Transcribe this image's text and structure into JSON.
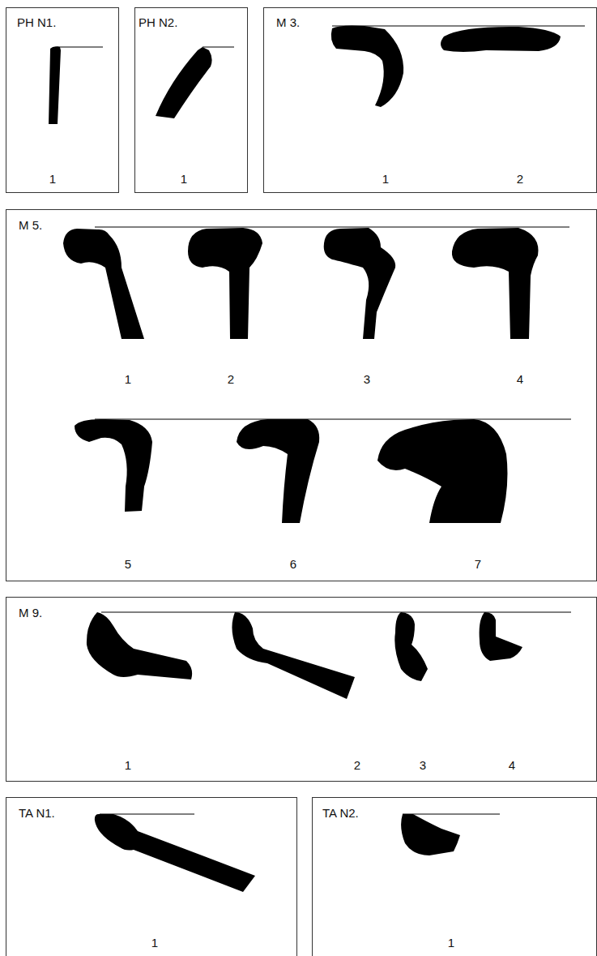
{
  "diagram": {
    "nodes": [
      {
        "text": [
          "PH N1.",
          "1"
        ]
      },
      {
        "text": [
          "PH N2.",
          "1"
        ]
      },
      {
        "text": [
          "M 3.",
          "1",
          "2"
        ]
      },
      {
        "text": [
          "M 5.",
          "1",
          "2",
          "3",
          "4",
          "5",
          "6",
          "7"
        ]
      },
      {
        "text": [
          "M 9.",
          "1",
          "2",
          "3",
          "4"
        ]
      },
      {
        "text": [
          "TA N1.",
          "1"
        ]
      },
      {
        "text": [
          "TA N2.",
          "1"
        ]
      }
    ]
  }
}
